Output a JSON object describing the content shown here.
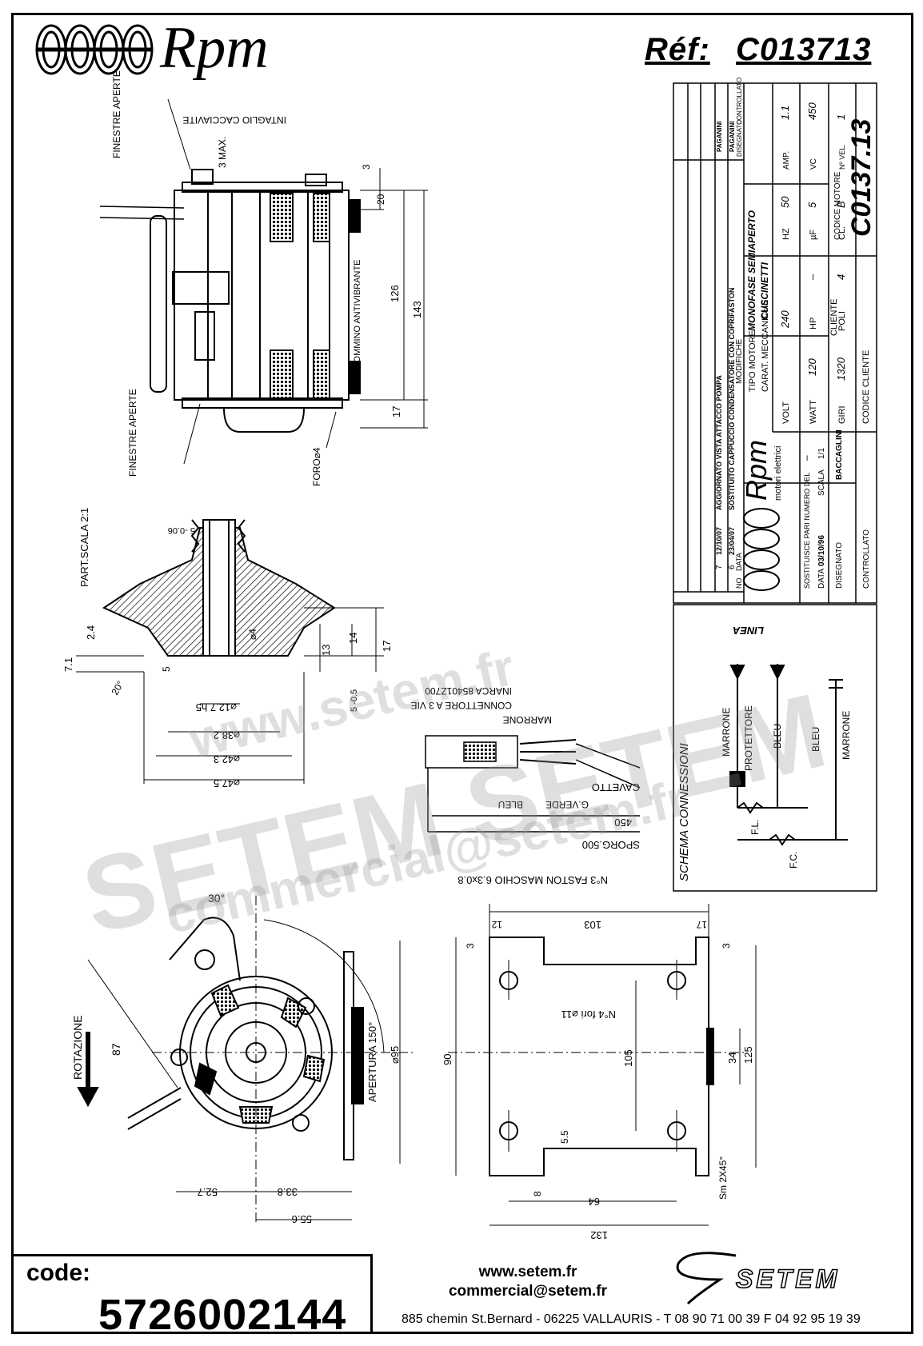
{
  "header": {
    "brand": "Rpm",
    "ref_label": "Réf:",
    "ref_value": "C013713"
  },
  "drawing": {
    "labels": {
      "finestre_aperte_top": "FINESTRE APERTE",
      "intaglio": "INTAGLIO CACCIAVITE",
      "max": "3 MAX.",
      "dim3": "3",
      "dim20": "20",
      "dim126": "126",
      "dim143": "143",
      "gommino": "GOMMINO ANTIVIBRANTE",
      "dim17": "17",
      "finestre_aperte_bottom": "FINESTRE APERTE",
      "foro": "FORO⌀4",
      "part_scala": "PART.SCALA 2:1",
      "d5": "5 -0.06",
      "d24": "2.4",
      "d71": "7.1",
      "d4": "⌀4",
      "d13": "13",
      "d14": "14",
      "d17b": "17",
      "d5b": "5",
      "d127": "⌀12.7 h5",
      "d382": "⌀38.2",
      "d423": "⌀42.3",
      "d475": "⌀47.5",
      "d20deg": "20°",
      "d5_05": "5 -0.5",
      "connettore": "CONNETTORE A 3 VIE",
      "inarca": "INARCA 85401Z700",
      "marrone_cable": "MARRONE",
      "cavetto": "CAVETTO",
      "gverde": "G.VERDE",
      "bleu_cable": "BLEU",
      "d450": "450",
      "sporg": "SPORG.500",
      "faston": "N°3 FASTON MASCHIO 6.3x0.8",
      "d30": "30°",
      "rotazione": "ROTAZIONE",
      "d87": "87",
      "d95": "⌀95",
      "apertura": "APERTURA 150°",
      "d527": "52.7",
      "d338": "33.8",
      "d556": "55.6",
      "d103": "103",
      "d12": "12",
      "d17c": "17",
      "d3a": "3",
      "d3b": "3",
      "nfori": "N°4 fori ⌀11",
      "d90": "90",
      "d105": "105",
      "d34": "34",
      "d125": "125",
      "d55": "5.5",
      "d8": "8",
      "d64": "64",
      "d132": "132",
      "smusso": "Sm 2X45°"
    }
  },
  "schema": {
    "title": "SCHEMA CONNESSIONI",
    "linea": "LINEA",
    "marrone1": "MARRONE",
    "protettore": "PROTETTORE",
    "bleu1": "BLEU",
    "bleu2": "BLEU",
    "marrone2": "MARRONE",
    "fl": "F.L.",
    "fc": "F.C."
  },
  "title_block": {
    "mods": [
      {
        "no": "7",
        "data": "12/10/07",
        "desc": "AGGIORNATO VISTA ATTACCO POMPA",
        "dis": "PAGANINI"
      },
      {
        "no": "6",
        "data": "23/04/07",
        "desc": "SOSTITUITO CAPPUCCIO CONDENSATORE CON COPRIFASTON",
        "dis": "PAGANINI"
      }
    ],
    "no_label": "NO",
    "data_label": "DATA",
    "modifiche": "MODIFICHE",
    "disegnato_h": "DISEGNATO",
    "controllato_h": "CONTROLLATO",
    "tipo_motore_label": "TIPO MOTORE",
    "tipo_motore": "MONOFASE SEMIAPERTO",
    "carat_label": "CARAT. MECCANICHE",
    "carat": "CUSCINETTI",
    "volt_label": "VOLT",
    "volt": "240",
    "hz_label": "HZ",
    "hz": "50",
    "amp_label": "AMP.",
    "amp": "1.1",
    "watt_label": "WATT",
    "watt": "120",
    "hp_label": "HP",
    "hp": "–",
    "uf_label": "µF",
    "uf": "5",
    "vc_label": "VC",
    "vc": "450",
    "giri_label": "GIRI",
    "giri": "1320",
    "poli_label": "POLI",
    "poli": "4",
    "cl_label": "CL.",
    "cl": "B",
    "nvel_label": "Nº VEL.",
    "nvel": "1",
    "cliente_label": "CLIENTE",
    "codice_cliente_label": "CODICE CLIENTE",
    "codice_motore_label": "CODICE MOTORE",
    "codice_motore": "C0137.13",
    "brand": "Rpm",
    "brand_sub": "motori elettrici",
    "sostituisce_label": "SOSTITUISCE PARI NUMERO DEL",
    "sostituisce": "–",
    "data_l": "DATA",
    "data": "03/10/96",
    "scala_l": "SCALA",
    "scala": "1/1",
    "disegnato_l": "DISEGNATO",
    "disegnato": "BACCAGLINI",
    "controllato_l": "CONTROLLATO"
  },
  "watermark": {
    "w1": "www.setem.fr",
    "w2": "SETEM SETEM",
    "w3": "commercial@setem.fr"
  },
  "footer": {
    "code_label": "code:",
    "code_value": "5726002144",
    "website": "www.setem.fr",
    "email": "commercial@setem.fr",
    "address": "885 chemin St.Bernard  -  06225 VALLAURIS  -  T 08 90 71 00 39   F 04 92 95 19 39",
    "brand": "SETEM"
  }
}
